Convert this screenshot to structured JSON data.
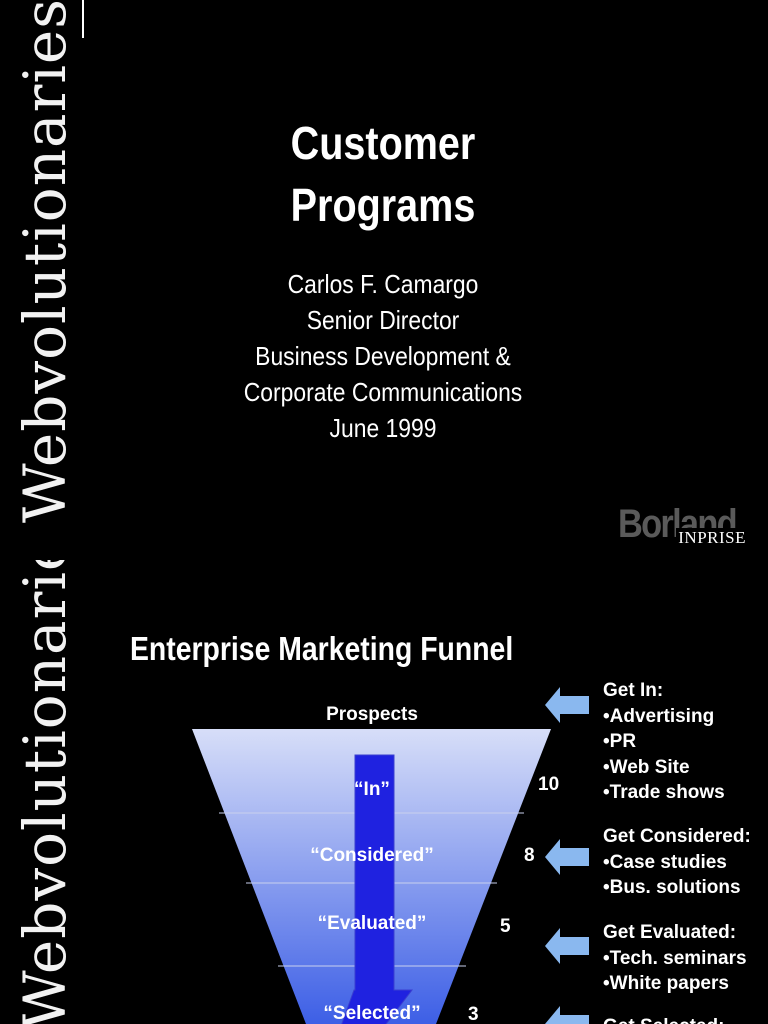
{
  "slide1": {
    "side_text": "Webvolutionaries.",
    "title": [
      "Customer",
      "Programs"
    ],
    "presenter_lines": [
      "Carlos F. Camargo",
      "Senior Director",
      "Business Development &",
      "Corporate Communications",
      "June 1999"
    ],
    "logo": {
      "main": "Borland",
      "sub": "INPRISE"
    }
  },
  "slide2": {
    "side_text": "Webvolutionaries.",
    "title": "Enterprise Marketing Funnel",
    "top_label": "Prospects",
    "stages": [
      {
        "label": "“In”",
        "count": "10"
      },
      {
        "label": "“Considered”",
        "count": "8"
      },
      {
        "label": "“Evaluated”",
        "count": "5"
      },
      {
        "label": "“Selected”",
        "count": "3"
      }
    ],
    "tactics": [
      {
        "heading": "Get In:",
        "items": [
          "•Advertising",
          "•PR",
          "•Web Site",
          "•Trade shows"
        ]
      },
      {
        "heading": "Get Considered:",
        "items": [
          "•Case studies",
          "•Bus. solutions"
        ]
      },
      {
        "heading": "Get Evaluated:",
        "items": [
          "•Tech. seminars",
          "•White papers"
        ]
      },
      {
        "heading": "Get Selected:",
        "items": []
      }
    ],
    "colors": {
      "funnel_top": "#d7def8",
      "funnel_bottom": "#3d5fe6",
      "arrow_fill": "#1f22e0",
      "side_arrow": "#8ab8ef"
    }
  }
}
